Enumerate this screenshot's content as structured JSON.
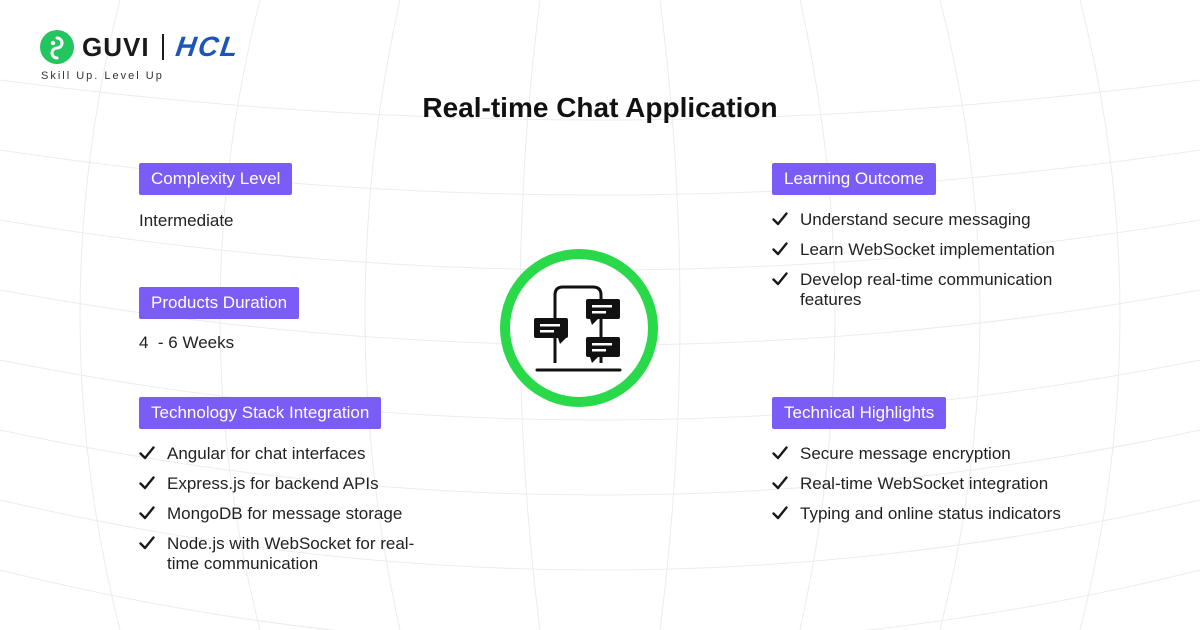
{
  "logo": {
    "brand": "GUVI",
    "partner": "HCL",
    "tagline": "Skill Up. Level Up"
  },
  "title": "Real-time Chat Application",
  "complexity": {
    "label": "Complexity Level",
    "value": "Intermediate"
  },
  "duration": {
    "label": "Products Duration",
    "value": "4  - 6 Weeks"
  },
  "tech_stack": {
    "label": "Technology Stack Integration",
    "items": [
      "Angular for chat interfaces",
      "Express.js for backend APIs",
      "MongoDB for message storage",
      "Node.js with WebSocket for real-time communication"
    ]
  },
  "learning_outcome": {
    "label": "Learning Outcome",
    "items": [
      "Understand secure messaging",
      "Learn WebSocket implementation",
      "Develop real-time communication features"
    ]
  },
  "technical_highlights": {
    "label": "Technical Highlights",
    "items": [
      "Secure message encryption",
      "Real-time WebSocket integration",
      "Typing and online status indicators"
    ]
  },
  "center_icon": "chat-phone-icon",
  "colors": {
    "pill": "#7b5cf6",
    "ring": "#2ad94a",
    "guvi_green": "#22c55e",
    "hcl_blue": "#1a55b7"
  }
}
